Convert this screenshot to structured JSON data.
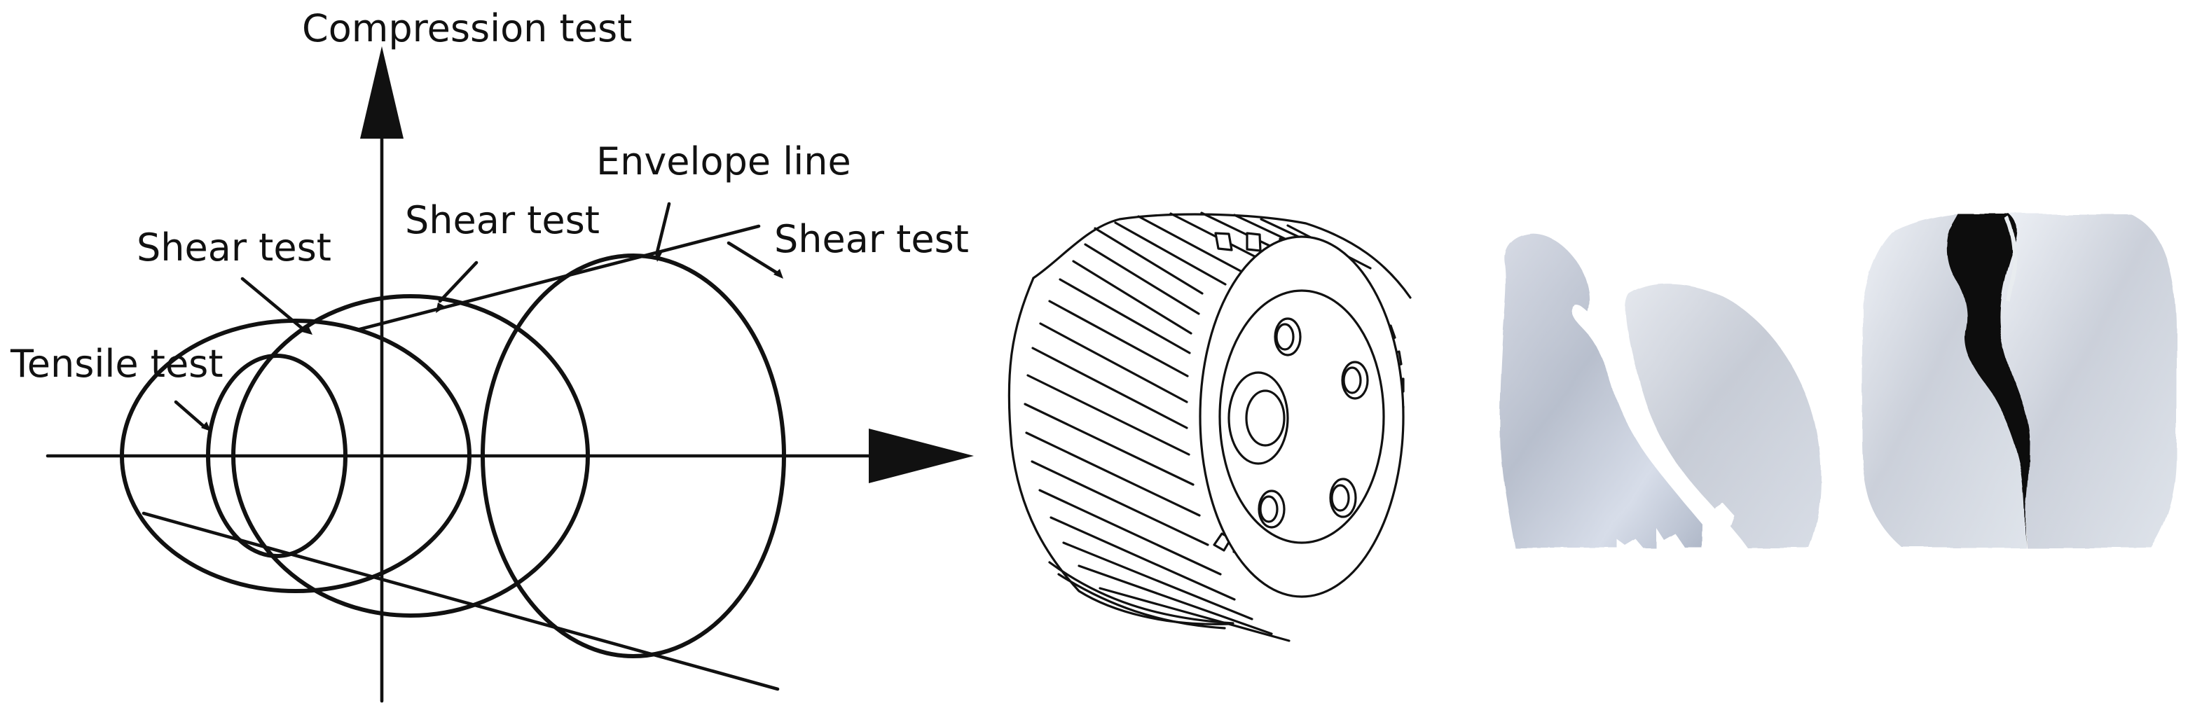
{
  "labels": {
    "compression": "Compression test",
    "envelope": "Envelope line",
    "shear_left": "Shear test",
    "shear_middle": "Shear test",
    "shear_right": "Shear test",
    "tensile": "Tensile test"
  }
}
